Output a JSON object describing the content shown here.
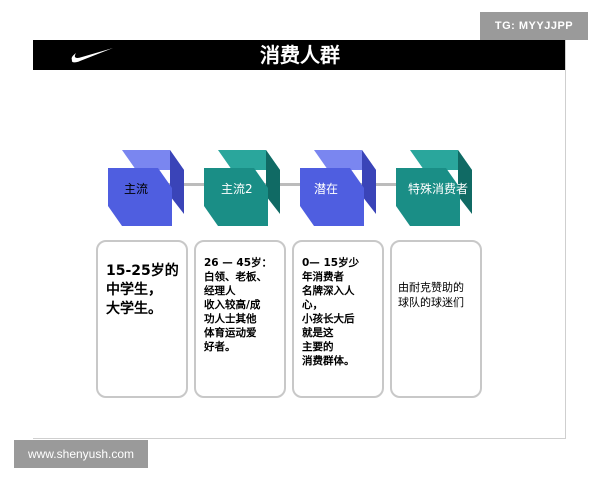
{
  "watermarks": {
    "top_right": "TG: MYYJJPP",
    "bottom_left": "www.shenyush.com"
  },
  "slide": {
    "title": "消费人群",
    "logo": "swoosh-logo",
    "segments": [
      {
        "label": "主流",
        "color": "#4f5ee0"
      },
      {
        "label": "主流2",
        "color": "#1a8e86"
      },
      {
        "label": "潜在",
        "color": "#4f5ee0"
      },
      {
        "label": "特殊消费者",
        "color": "#1a8e86"
      }
    ],
    "cards": [
      {
        "text": "15-25岁的\n中学生，\n大学生。"
      },
      {
        "text": "26 — 45岁：\n白领、老板、\n经理人\n收入较高/成\n功人士其他\n体育运动爱\n好者。"
      },
      {
        "text": "0— 15岁少\n年消费者\n名牌深入人\n心，\n小孩长大后\n就是这\n主要的\n消费群体。"
      },
      {
        "text": "由耐克赞助的\n球队的球迷们"
      }
    ]
  }
}
